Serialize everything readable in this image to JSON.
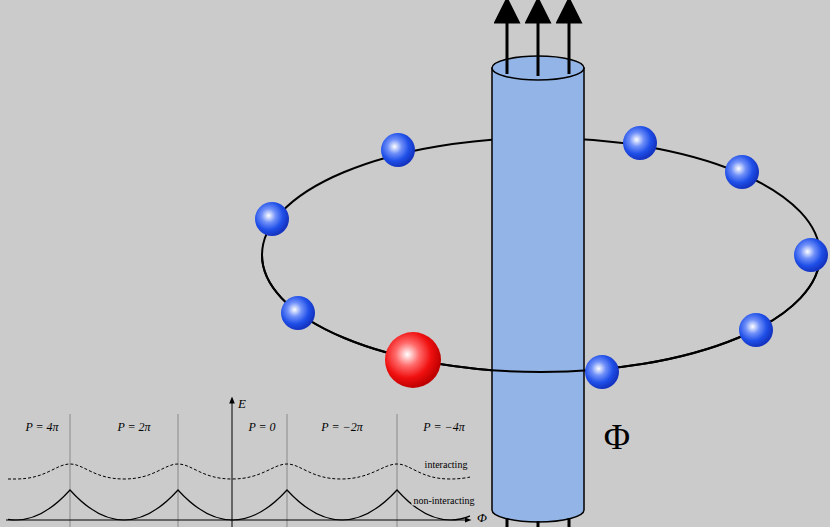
{
  "diagram": {
    "labels": [
      "P = 4π",
      "P = 2π",
      "E",
      "P = 0",
      "P = −2π",
      "P = −4π",
      "interacting",
      "non-interacting",
      "Φ",
      "Φ"
    ]
  }
}
